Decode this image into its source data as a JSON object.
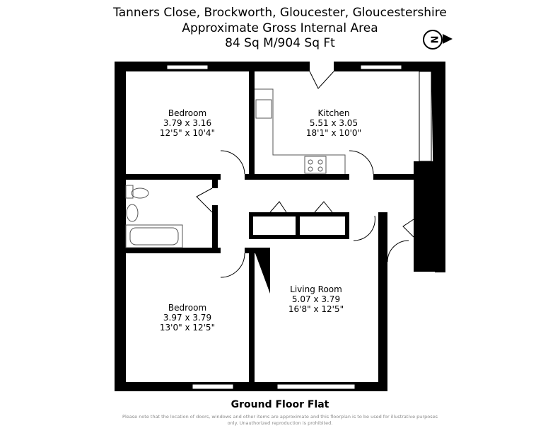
{
  "header": {
    "address": "Tanners Close, Brockworth, Gloucester, Gloucestershire",
    "area_label": "Approximate Gross Internal Area",
    "area_value": "84 Sq M/904 Sq Ft"
  },
  "compass": {
    "letter": "N"
  },
  "rooms": [
    {
      "name": "Bedroom",
      "metric": "3.79 x 3.16",
      "imperial": "12'5\" x 10'4\""
    },
    {
      "name": "Kitchen",
      "metric": "5.51 x 3.05",
      "imperial": "18'1\" x 10'0\""
    },
    {
      "name": "Bedroom",
      "metric": "3.97 x 3.79",
      "imperial": "13'0\" x 12'5\""
    },
    {
      "name": "Living Room",
      "metric": "5.07 x 3.79",
      "imperial": "16'8\" x 12'5\""
    }
  ],
  "floor_label": "Ground Floor Flat",
  "disclaimer": "Please note that the location of doors, windows and other items are approximate and this floorplan is to be used for illustrative purposes only. Unauthorized reproduction is prohibited."
}
